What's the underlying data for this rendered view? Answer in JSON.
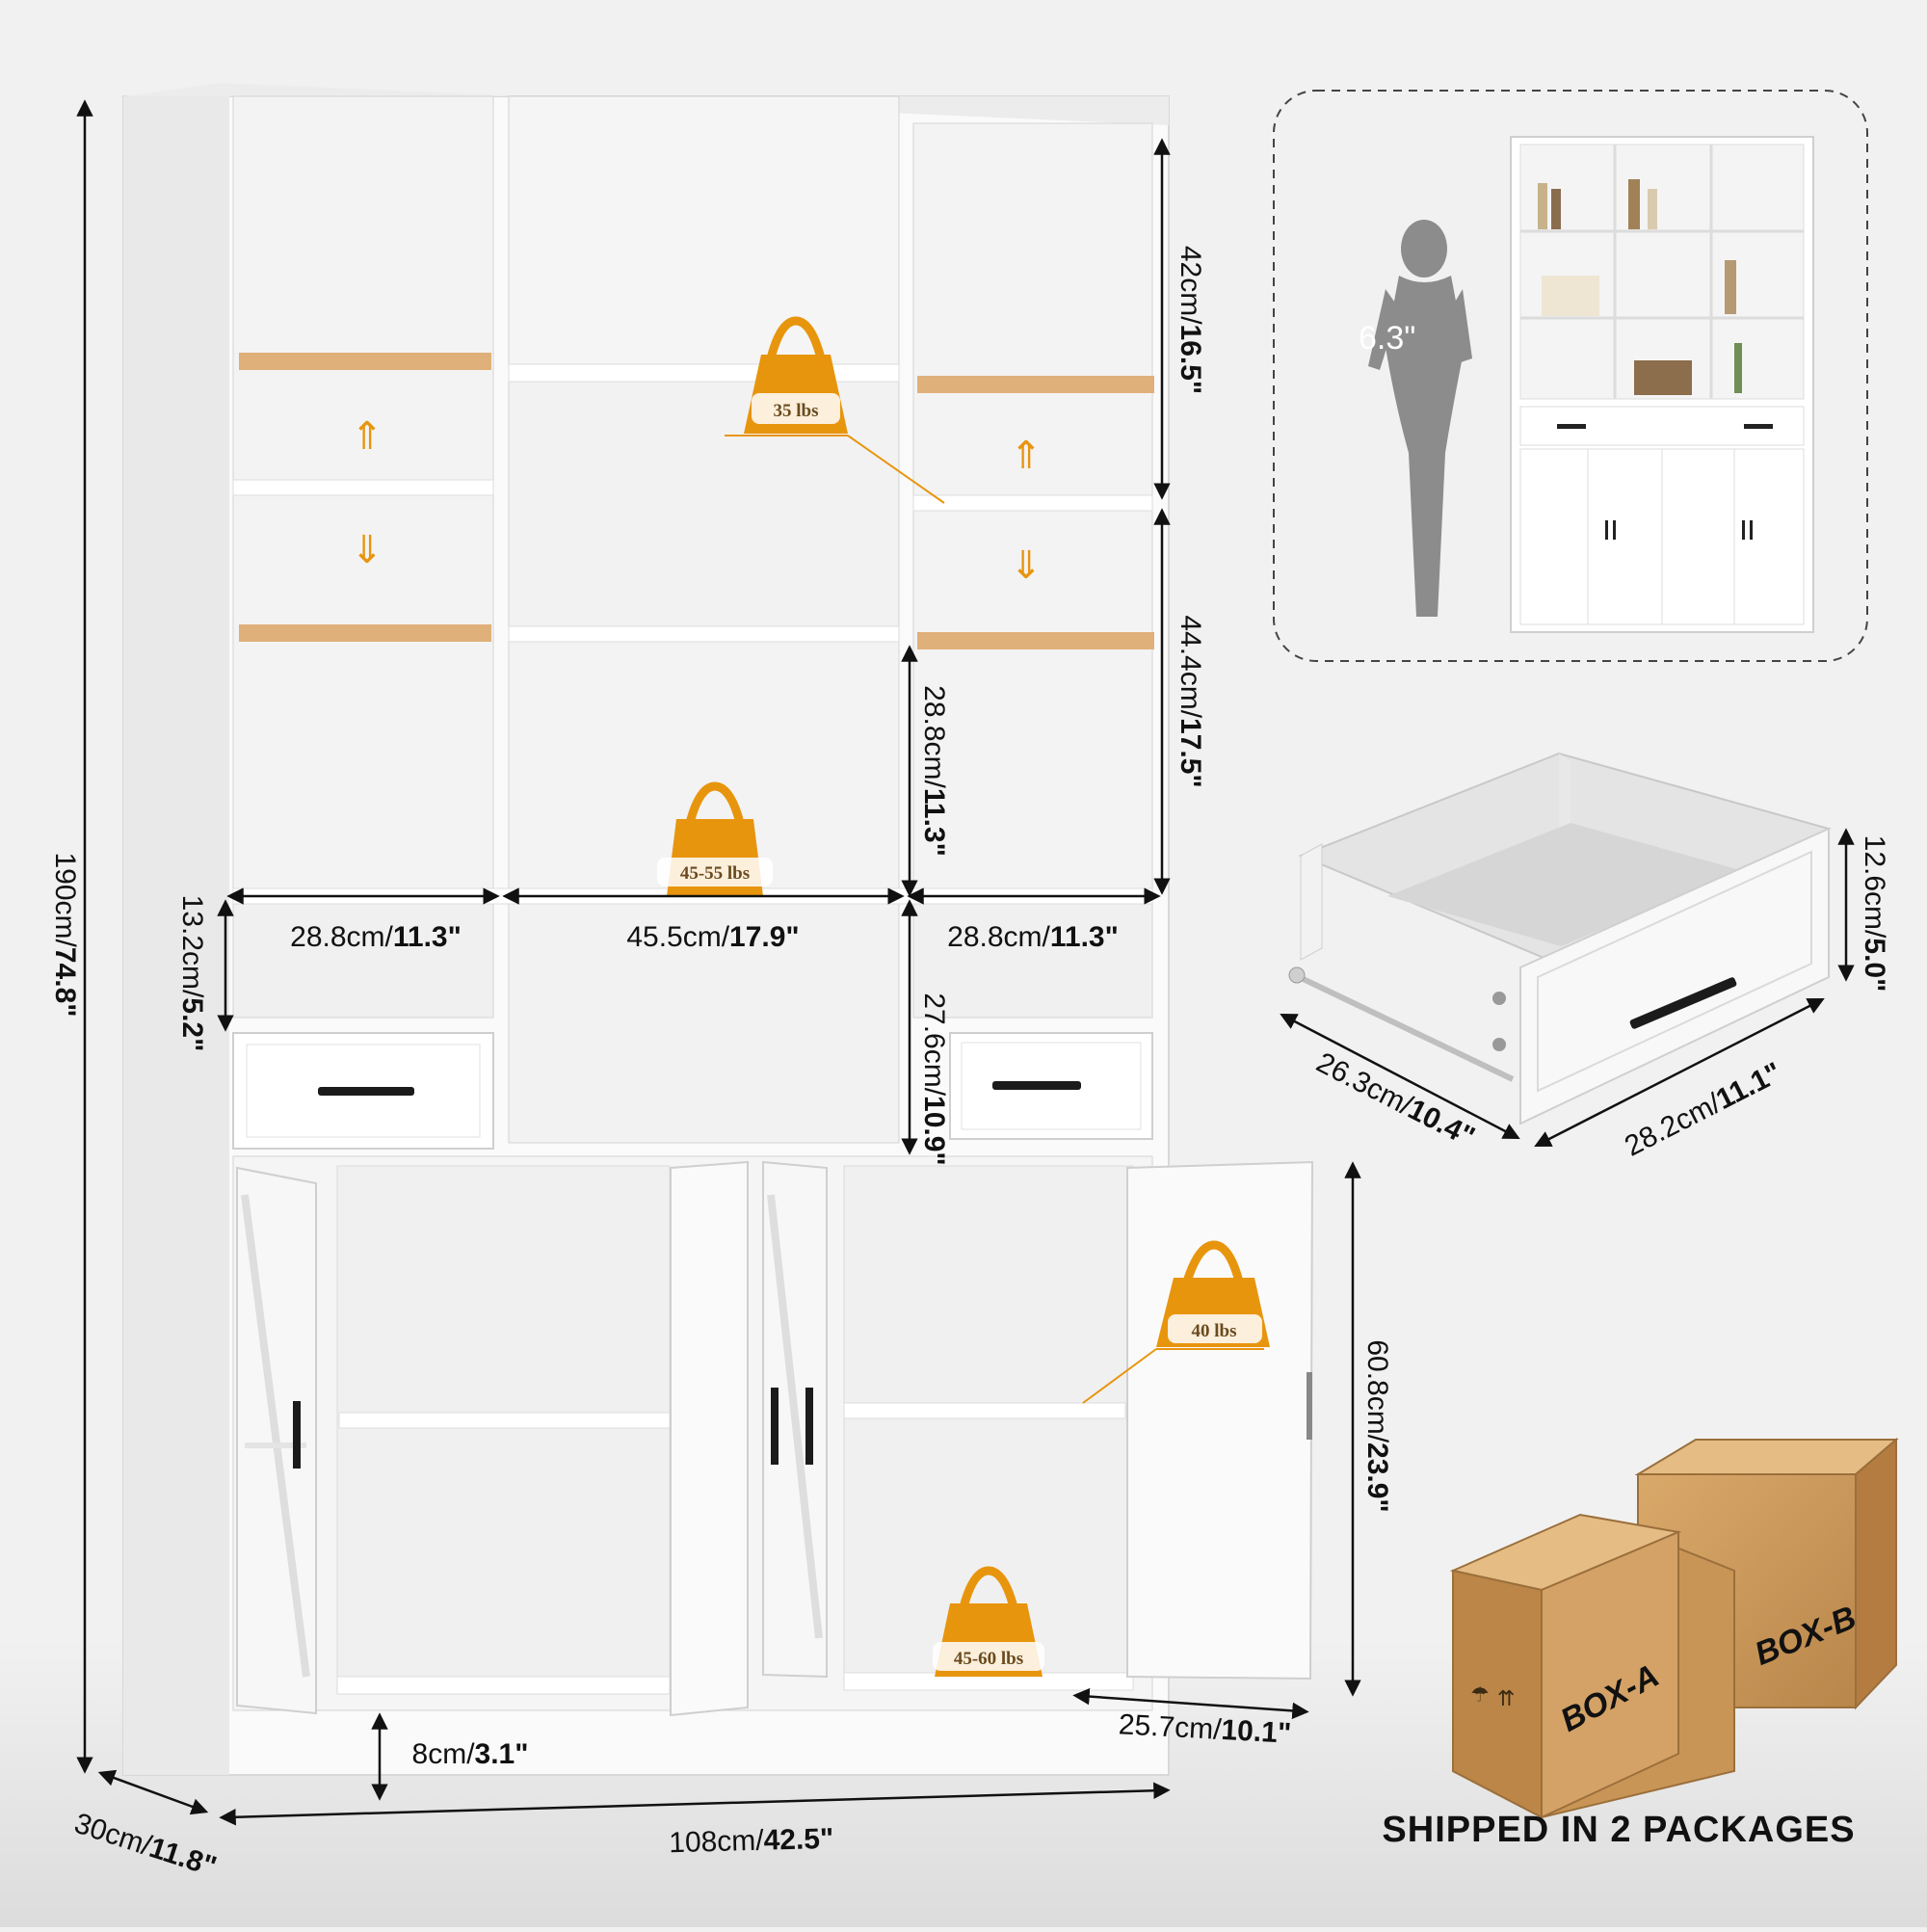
{
  "overall": {
    "height": {
      "metric": "190cm/",
      "imperial": "74.8\""
    },
    "width": {
      "metric": "108cm/",
      "imperial": "42.5\""
    },
    "depth": {
      "metric": "30cm/",
      "imperial": "11.8\""
    }
  },
  "upper": {
    "top_right_height": {
      "metric": "42cm/",
      "imperial": "16.5\""
    },
    "mid_right_height": {
      "metric": "44.4cm/",
      "imperial": "17.5\""
    },
    "center_mid_height": {
      "metric": "28.8cm/",
      "imperial": "11.3\""
    },
    "left_width": {
      "metric": "28.8cm/",
      "imperial": "11.3\""
    },
    "center_width": {
      "metric": "45.5cm/",
      "imperial": "17.9\""
    },
    "right_width": {
      "metric": "28.8cm/",
      "imperial": "11.3\""
    },
    "small_left_height": {
      "metric": "13.2cm/",
      "imperial": "5.2\""
    },
    "center_low_height": {
      "metric": "27.6cm/",
      "imperial": "10.9\""
    }
  },
  "lower": {
    "cabinet_height": {
      "metric": "60.8cm/",
      "imperial": "23.9\""
    },
    "cabinet_depth": {
      "metric": "25.7cm/",
      "imperial": "10.1\""
    },
    "base_height": {
      "metric": "8cm/",
      "imperial": "3.1\""
    }
  },
  "weights": {
    "top_center": "35 lbs",
    "mid_center": "45-55 lbs",
    "cabinet_shelf": "40 lbs",
    "cabinet_bottom": "45-60 lbs"
  },
  "drawer": {
    "height": {
      "metric": "12.6cm/",
      "imperial": "5.0\""
    },
    "depth": {
      "metric": "26.3cm/",
      "imperial": "10.4\""
    },
    "width": {
      "metric": "28.2cm/",
      "imperial": "11.1\""
    }
  },
  "scale": {
    "person_label": "6.3\""
  },
  "packages": {
    "box_a": "BOX-A",
    "box_b": "BOX-B",
    "shipped_label": "SHIPPED IN 2 PACKAGES"
  },
  "colors": {
    "accent": "#e8950e",
    "board": "#e0b07a",
    "panel": "#ffffff",
    "line": "#111111"
  }
}
